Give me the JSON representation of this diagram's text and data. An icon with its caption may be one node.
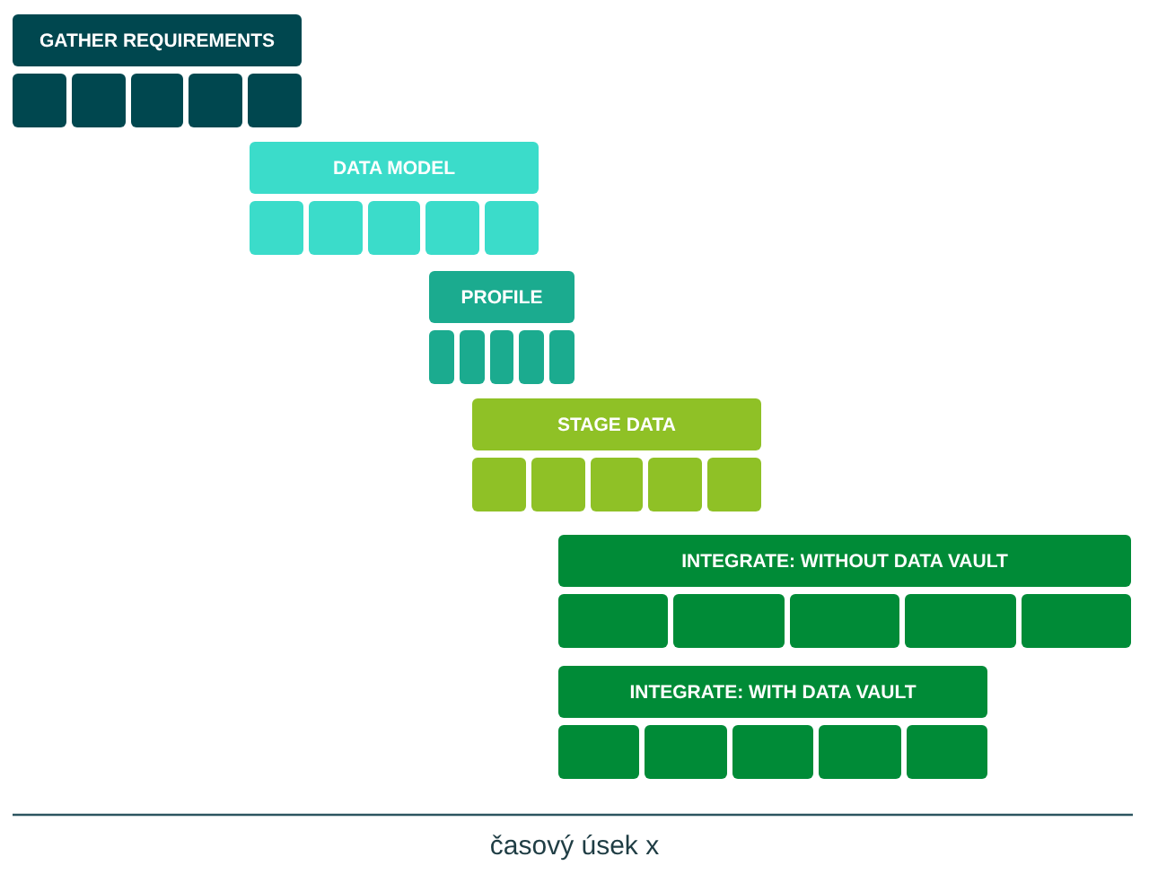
{
  "diagram": {
    "nodes": [
      {
        "text": [
          "GATHER REQUIREMENTS"
        ]
      },
      {
        "text": [],
        "shape": "box"
      },
      {
        "text": [],
        "shape": "box"
      },
      {
        "text": [],
        "shape": "box"
      },
      {
        "text": [],
        "shape": "box"
      },
      {
        "text": [],
        "shape": "box"
      },
      {
        "text": [
          "DATA MODEL"
        ]
      },
      {
        "text": [],
        "shape": "box"
      },
      {
        "text": [],
        "shape": "box"
      },
      {
        "text": [],
        "shape": "box"
      },
      {
        "text": [],
        "shape": "box"
      },
      {
        "text": [],
        "shape": "box"
      },
      {
        "text": [
          "PROFILE"
        ]
      },
      {
        "text": [],
        "shape": "box"
      },
      {
        "text": [],
        "shape": "box"
      },
      {
        "text": [],
        "shape": "box"
      },
      {
        "text": [],
        "shape": "box"
      },
      {
        "text": [],
        "shape": "box"
      },
      {
        "text": [
          "STAGE DATA"
        ]
      },
      {
        "text": [],
        "shape": "box"
      },
      {
        "text": [],
        "shape": "box"
      },
      {
        "text": [],
        "shape": "box"
      },
      {
        "text": [],
        "shape": "box"
      },
      {
        "text": [],
        "shape": "box"
      },
      {
        "text": [
          "INTEGRATE: WITHOUT DATA VAULT"
        ]
      },
      {
        "text": [],
        "shape": "box"
      },
      {
        "text": [],
        "shape": "box"
      },
      {
        "text": [],
        "shape": "box"
      },
      {
        "text": [],
        "shape": "box"
      },
      {
        "text": [],
        "shape": "box"
      },
      {
        "text": [
          "INTEGRATE: WITH DATA VAULT"
        ]
      },
      {
        "text": [],
        "shape": "box"
      },
      {
        "text": [],
        "shape": "box"
      },
      {
        "text": [],
        "shape": "box"
      },
      {
        "text": [],
        "shape": "box"
      },
      {
        "text": [],
        "shape": "box"
      }
    ],
    "labels": [
      "časový úsek x"
    ]
  }
}
